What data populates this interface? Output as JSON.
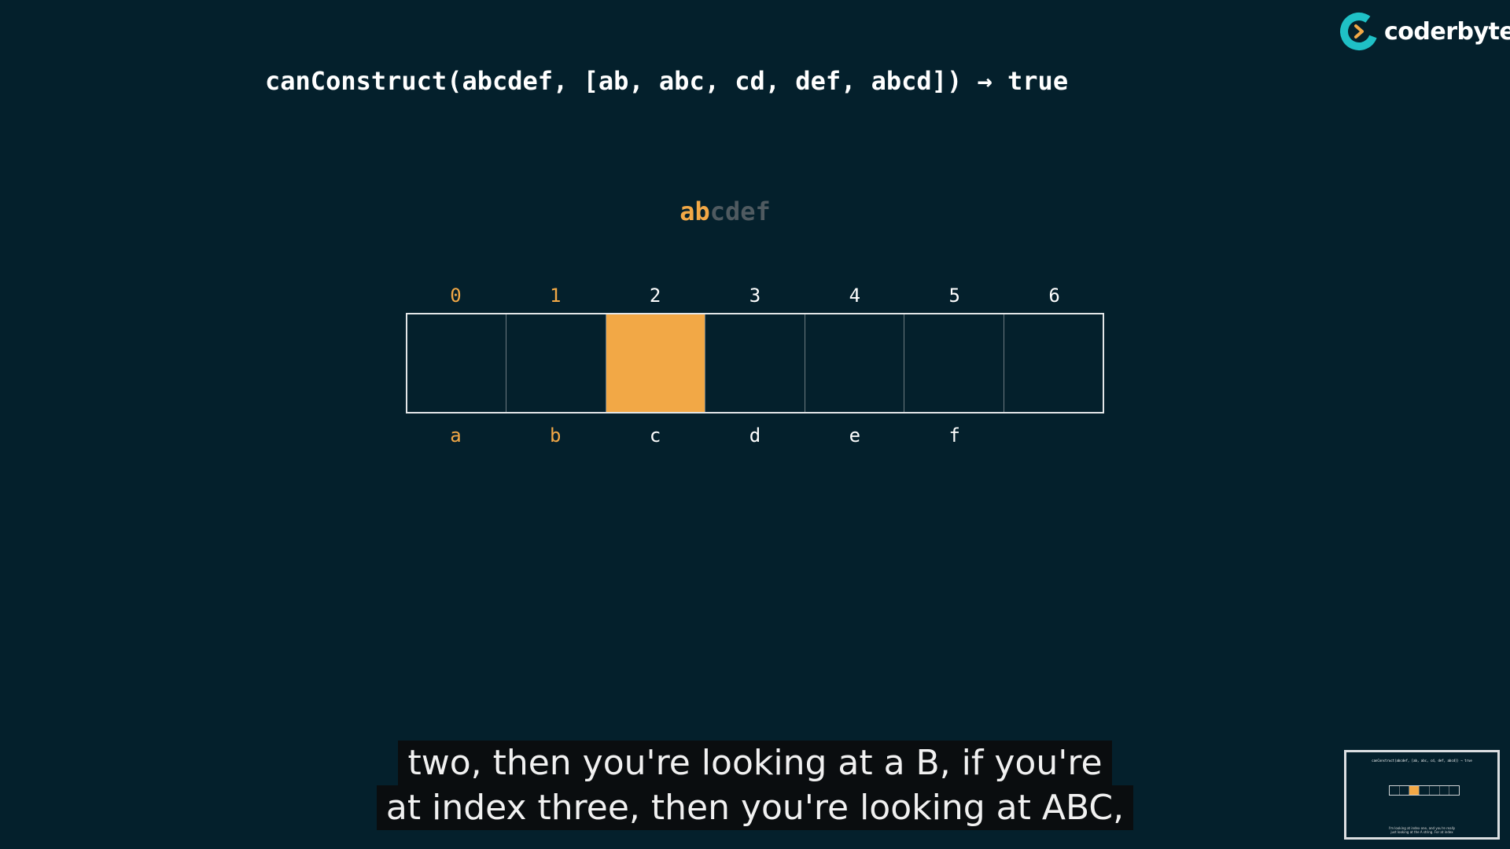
{
  "brand": {
    "logo_text": "coderbyte",
    "colors": {
      "ring": "#1fc0c6",
      "arrow": "#f2a846"
    }
  },
  "title": "canConstruct(abcdef, [ab, abc, cd, def, abcd]) → true",
  "target": {
    "matched": "ab",
    "rest": "cdef"
  },
  "table": {
    "indices": [
      "0",
      "1",
      "2",
      "3",
      "4",
      "5",
      "6"
    ],
    "letters": [
      "a",
      "b",
      "c",
      "d",
      "e",
      "f"
    ],
    "filled_index": 2,
    "highlight_count": 2,
    "colors": {
      "highlight": "#f2a846",
      "background": "#04202c"
    }
  },
  "subtitles": {
    "line1": "two, then you're looking at a B, if you're",
    "line2": "at index three, then you're looking at ABC,"
  },
  "thumbnail": {
    "title": "canConstruct(abcdef, [ab, abc, cd, def, abcd]) → true",
    "subtitle_line1": "I'm looking at index one, and you're really",
    "subtitle_line2": "just looking at the A string. For at index"
  }
}
